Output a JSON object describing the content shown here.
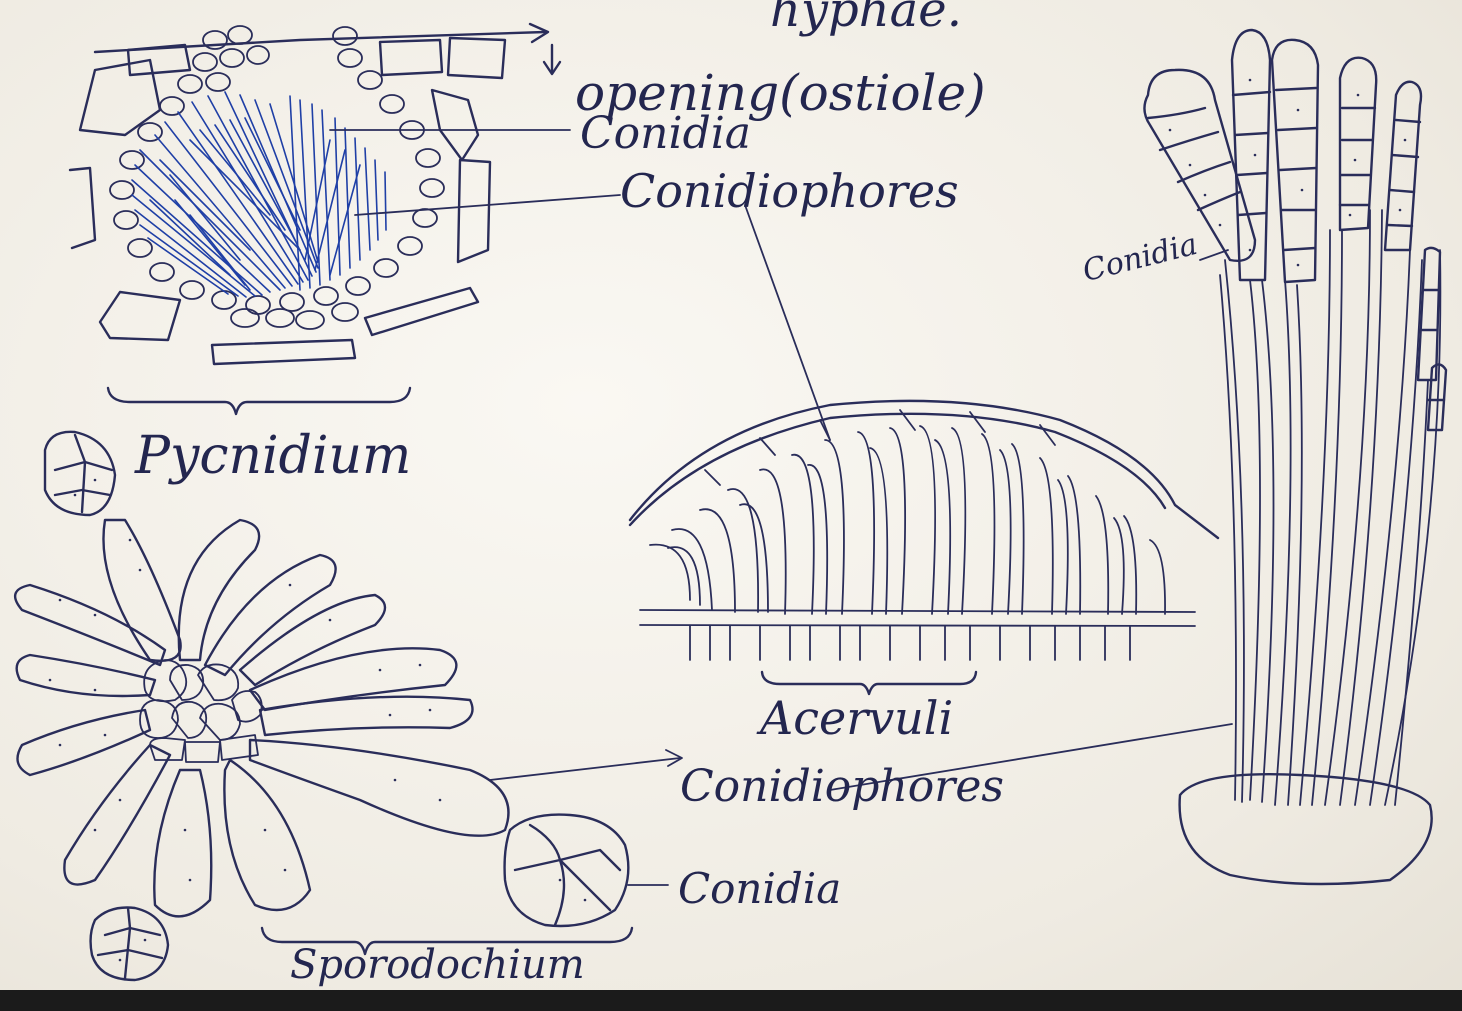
{
  "labels": {
    "top_hyphae": "hyphae.",
    "opening": "opening(ostiole)",
    "conidia_top": "Conidia",
    "conidiophores_top": "Conidiophores",
    "conidia_right": "Conidia",
    "pycnidium": "Pycnidium",
    "acervuli": "Acervuli",
    "conidiophores_bottom": "Conidiophores",
    "conidia_bottom": "Conidia",
    "sporodochium": "Sporodochium"
  },
  "colors": {
    "ink": "#2a2d5a",
    "blue_hatching": "#1f3fa6",
    "paper": "#f3f0ea"
  }
}
